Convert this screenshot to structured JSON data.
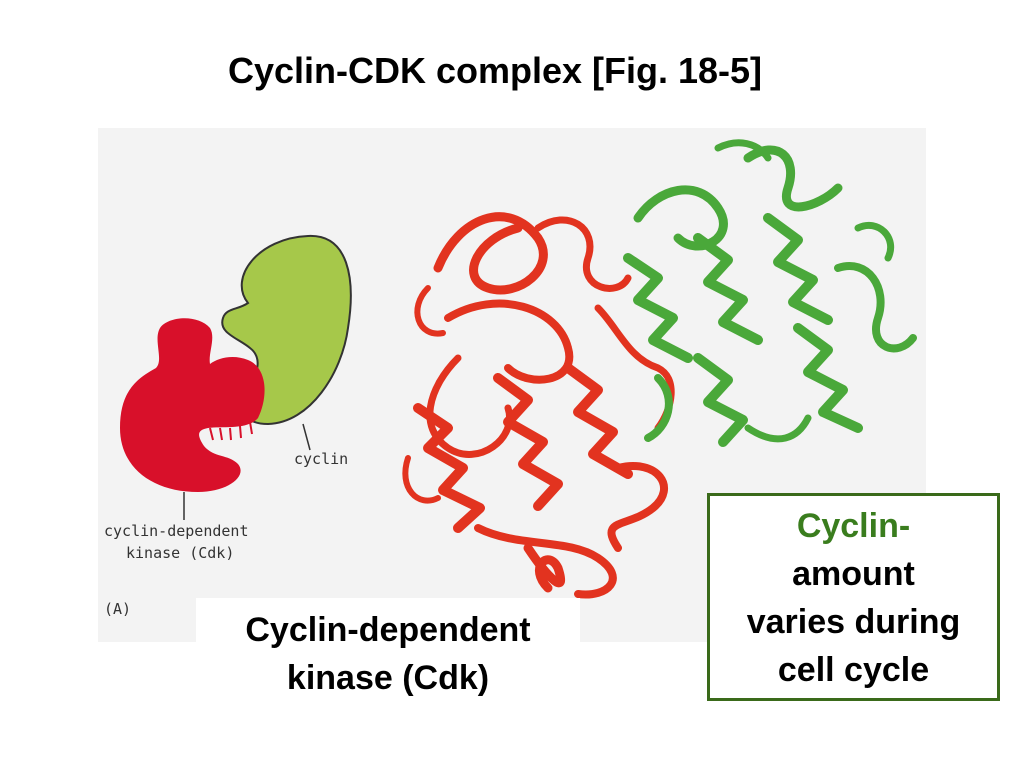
{
  "title": "Cyclin-CDK complex [Fig. 18-5]",
  "diagram": {
    "cyclin_label": "cyclin",
    "cdk_label_line1": "cyclin-dependent",
    "cdk_label_line2": "kinase (Cdk)",
    "panel_label": "(A)"
  },
  "cdk_caption": {
    "line1": "Cyclin-dependent",
    "line2": "kinase (Cdk)"
  },
  "cyclin_box": {
    "line1": "Cyclin-",
    "line2": "amount",
    "line3": "varies during",
    "line4": "cell cycle"
  },
  "colors": {
    "cdk_red": "#d8102a",
    "cyclin_green": "#a6c84a",
    "ribbon_red": "#e2331f",
    "ribbon_green": "#4aa83a",
    "accent_green": "#3a7d1e"
  }
}
